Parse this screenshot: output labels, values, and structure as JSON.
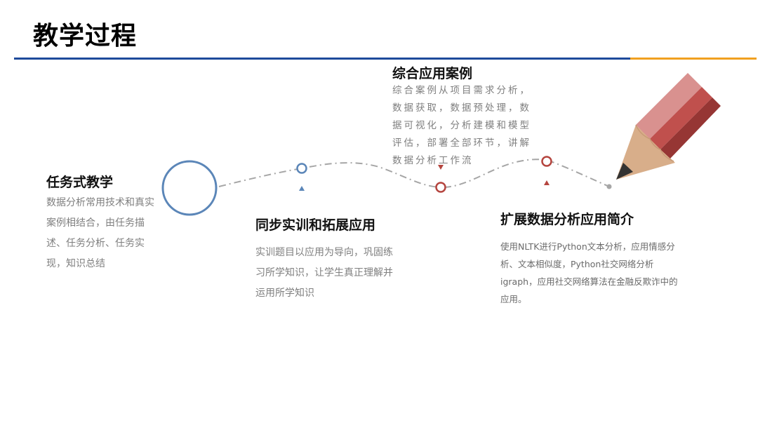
{
  "page": {
    "title": "教学过程"
  },
  "stages": [
    {
      "title": "任务式教学",
      "desc": "数据分析常用技术和真实案例相结合，由任务描述、任务分析、任务实现，知识总结"
    },
    {
      "title": "同步实训和拓展应用",
      "desc": "实训题目以应用为导向，巩固练习所学知识，让学生真正理解并运用所学知识"
    },
    {
      "title": "综合应用案例",
      "desc": "综合案例从项目需求分析，数据获取，数据预处理，数据可视化，分析建模和模型评估，部署全部环节，讲解数据分析工作流"
    },
    {
      "title": "扩展数据分析应用简介",
      "desc": "使用NLTK进行Python文本分析，应用情感分析、文本相似度，Python社交网络分析igraph，应用社交网络算法在金融反欺诈中的应用。"
    }
  ],
  "icons": {
    "main_circle": "placeholder-glyph-icon",
    "node_glyph": "placeholder-glyph-icon",
    "glyph_char": "",
    "pencil": "pencil-icon"
  },
  "colors": {
    "title_rule_blue": "#1e4a9b",
    "title_rule_orange": "#f0a020",
    "node_blue": "#5b86b8",
    "node_red": "#b5453f",
    "path_gray": "#a6a6a6"
  }
}
